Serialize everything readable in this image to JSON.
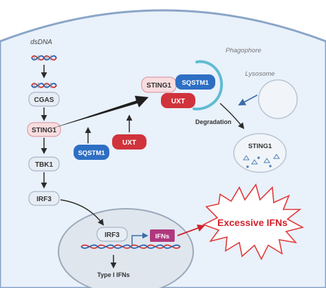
{
  "labels": {
    "dsdna": "dsDNA",
    "cgas": "CGAS",
    "sting1_left": "STING1",
    "tbk1": "TBK1",
    "irf3_cyto": "IRF3",
    "sqstm1_free": "SQSTM1",
    "uxt_free": "UXT",
    "sting1_complex": "STING1",
    "sqstm1_complex": "SQSTM1",
    "uxt_complex": "UXT",
    "phagophore": "Phagophore",
    "lysosome": "Lysosome",
    "degradation": "Degradation",
    "sting1_lyso": "STING1",
    "irf3_nucleus": "IRF3",
    "ifns_gene": "IFNs",
    "type1_ifns": "Type I IFNs",
    "excessive_ifns": "Excessive IFNs"
  },
  "colors": {
    "cell_fill": "#e9f1fb",
    "cell_stroke": "#8aa5c7",
    "nucleus_fill": "#dfe6ee",
    "node_fill": "#e7edf5",
    "sting_fill": "#f8dde0",
    "sting_stroke": "#d98c96",
    "sqstm1": "#2e6fc4",
    "uxt": "#d0333b",
    "phagophore": "#5fbcd3",
    "burst_stroke": "#e03a3a",
    "burst_text": "#d0202a",
    "ifns_gene": "#b0377e",
    "dna_red": "#d23c3c",
    "dna_blue": "#2d66b5",
    "arrow": "#2b2b2b"
  }
}
